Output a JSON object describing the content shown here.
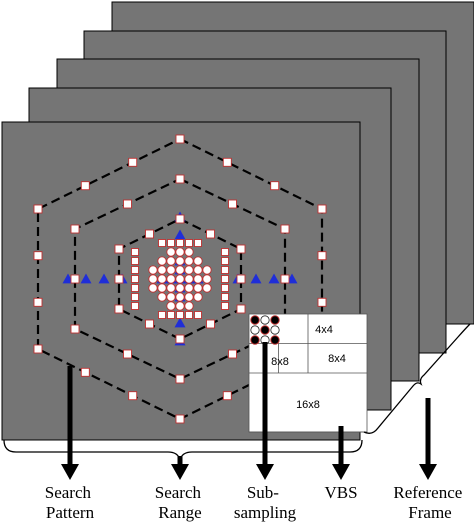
{
  "labels": {
    "search_pattern": [
      "Search",
      "Pattern"
    ],
    "search_range": [
      "Search",
      "Range"
    ],
    "sub_sampling": [
      "Sub-",
      "sampling"
    ],
    "vbs": [
      "VBS"
    ],
    "reference_frame": [
      "Reference",
      "Frame"
    ]
  },
  "blocks": {
    "b4x4": "4x4",
    "b8x8": "8x8",
    "b8x4": "8x4",
    "b16x8": "16x8"
  },
  "colors": {
    "frame": "#757575",
    "triangle": "#1f2ed8",
    "marker_border": "#c03030"
  }
}
